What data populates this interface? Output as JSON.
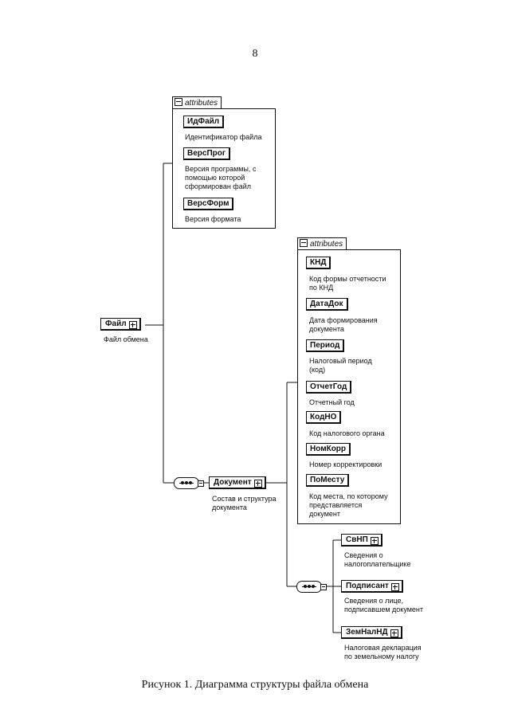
{
  "page_number": "8",
  "caption": "Рисунок 1. Диаграмма структуры файла обмена",
  "attributes_label": "attributes",
  "file": {
    "name": "Файл",
    "desc": "Файл обмена",
    "attributes": [
      {
        "name": "ИдФайл",
        "desc": "Идентификатор файла"
      },
      {
        "name": "ВерсПрог",
        "desc": "Версия программы, с\nпомощью которой\nсформирован файл"
      },
      {
        "name": "ВерсФорм",
        "desc": "Версия формата"
      }
    ]
  },
  "document": {
    "name": "Документ",
    "desc": "Состав и структура\nдокумента",
    "attributes": [
      {
        "name": "КНД",
        "desc": "Код формы отчетности\nпо КНД"
      },
      {
        "name": "ДатаДок",
        "desc": "Дата формирования\nдокумента"
      },
      {
        "name": "Период",
        "desc": "Налоговый период\n(код)"
      },
      {
        "name": "ОтчетГод",
        "desc": "Отчетный год"
      },
      {
        "name": "КодНО",
        "desc": "Код налогового органа"
      },
      {
        "name": "НомКорр",
        "desc": "Номер корректировки"
      },
      {
        "name": "ПоМесту",
        "desc": "Код места, по которому\nпредставляется\nдокумент"
      }
    ],
    "children": [
      {
        "name": "СвНП",
        "desc": "Сведения о\nналогоплательщике"
      },
      {
        "name": "Подписант",
        "desc": "Сведения о лице,\nподписавшем документ"
      },
      {
        "name": "ЗемНалНД",
        "desc": "Налоговая декларация\nпо земельному налогу"
      }
    ]
  }
}
